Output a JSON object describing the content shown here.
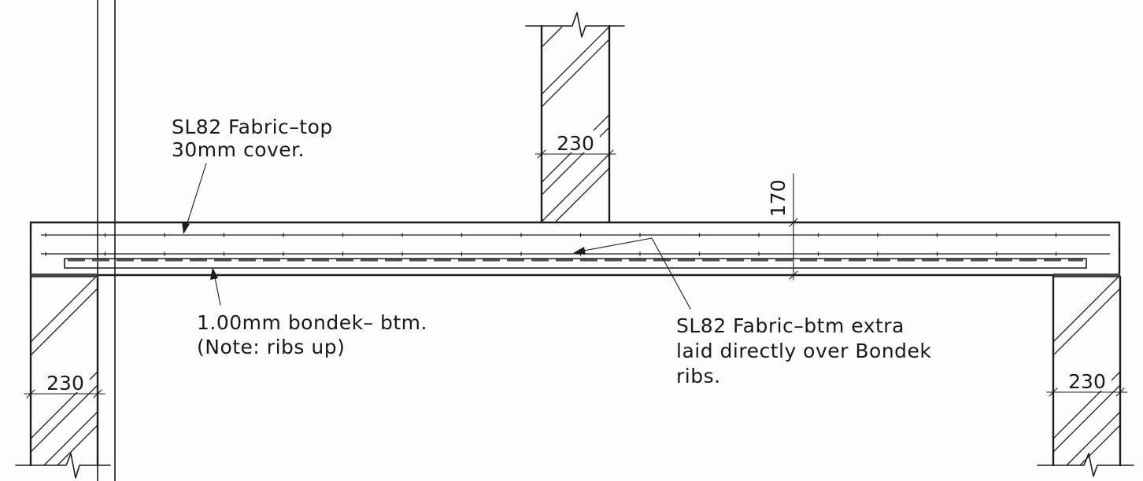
{
  "labels": {
    "top_fabric_line1": "SL82 Fabric–top",
    "top_fabric_line2": "30mm cover.",
    "bondek_line1": "1.00mm bondek– btm.",
    "bondek_line2": "(Note: ribs up)",
    "btm_fabric_line1": "SL82 Fabric–btm extra",
    "btm_fabric_line2": "laid directly over Bondek",
    "btm_fabric_line3": "ribs."
  },
  "dimensions": {
    "wall_top_width": "230",
    "slab_thickness": "170",
    "wall_left_width": "230",
    "wall_right_width": "230"
  }
}
